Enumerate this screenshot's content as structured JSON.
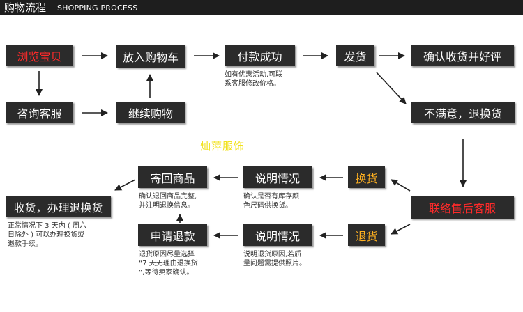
{
  "header": {
    "title_cn": "购物流程",
    "title_en": "SHOPPING PROCESS"
  },
  "colors": {
    "box_bg": "#2b2b2b",
    "box_text": "#ffffff",
    "highlight_red": "#ff2a2a",
    "highlight_orange": "#ffb020",
    "header_bg": "#1e1e1e",
    "watermark": "#f2e21c"
  },
  "steps": {
    "browse": "浏览宝贝",
    "add_to_cart": "放入购物车",
    "payment_success": "付款成功",
    "ship": "发货",
    "confirm_receipt": "确认收货并好评",
    "consult_service": "咨询客服",
    "continue_shopping": "继续购物",
    "unsatisfied": "不满意，退换货",
    "contact_after_sales": "联络售后客服",
    "exchange": "换货",
    "explain_exchange": "说明情况",
    "return_goods": "寄回商品",
    "receive_and_process": "收货，办理退换货",
    "refund": "退货",
    "explain_refund": "说明情况",
    "apply_refund": "申请退款"
  },
  "notes": {
    "payment": "如有优惠活动,可联\n系客服修改价格。",
    "return_goods": "确认退回商品完整,\n并注明退换信息。",
    "explain_exchange": "确认是否有库存颜\n色尺码供换货。",
    "receive": "正常情况下 3 天内 ( 周六\n日除外 ) 可以办理换货或\n退款手续。",
    "apply_refund": "退货原因尽量选择\n“7 天无理由退换货\n”,等待卖家确认。",
    "explain_refund": "说明退货原因,若质\n量问题需提供照片。"
  },
  "watermark": "灿萍服饰"
}
